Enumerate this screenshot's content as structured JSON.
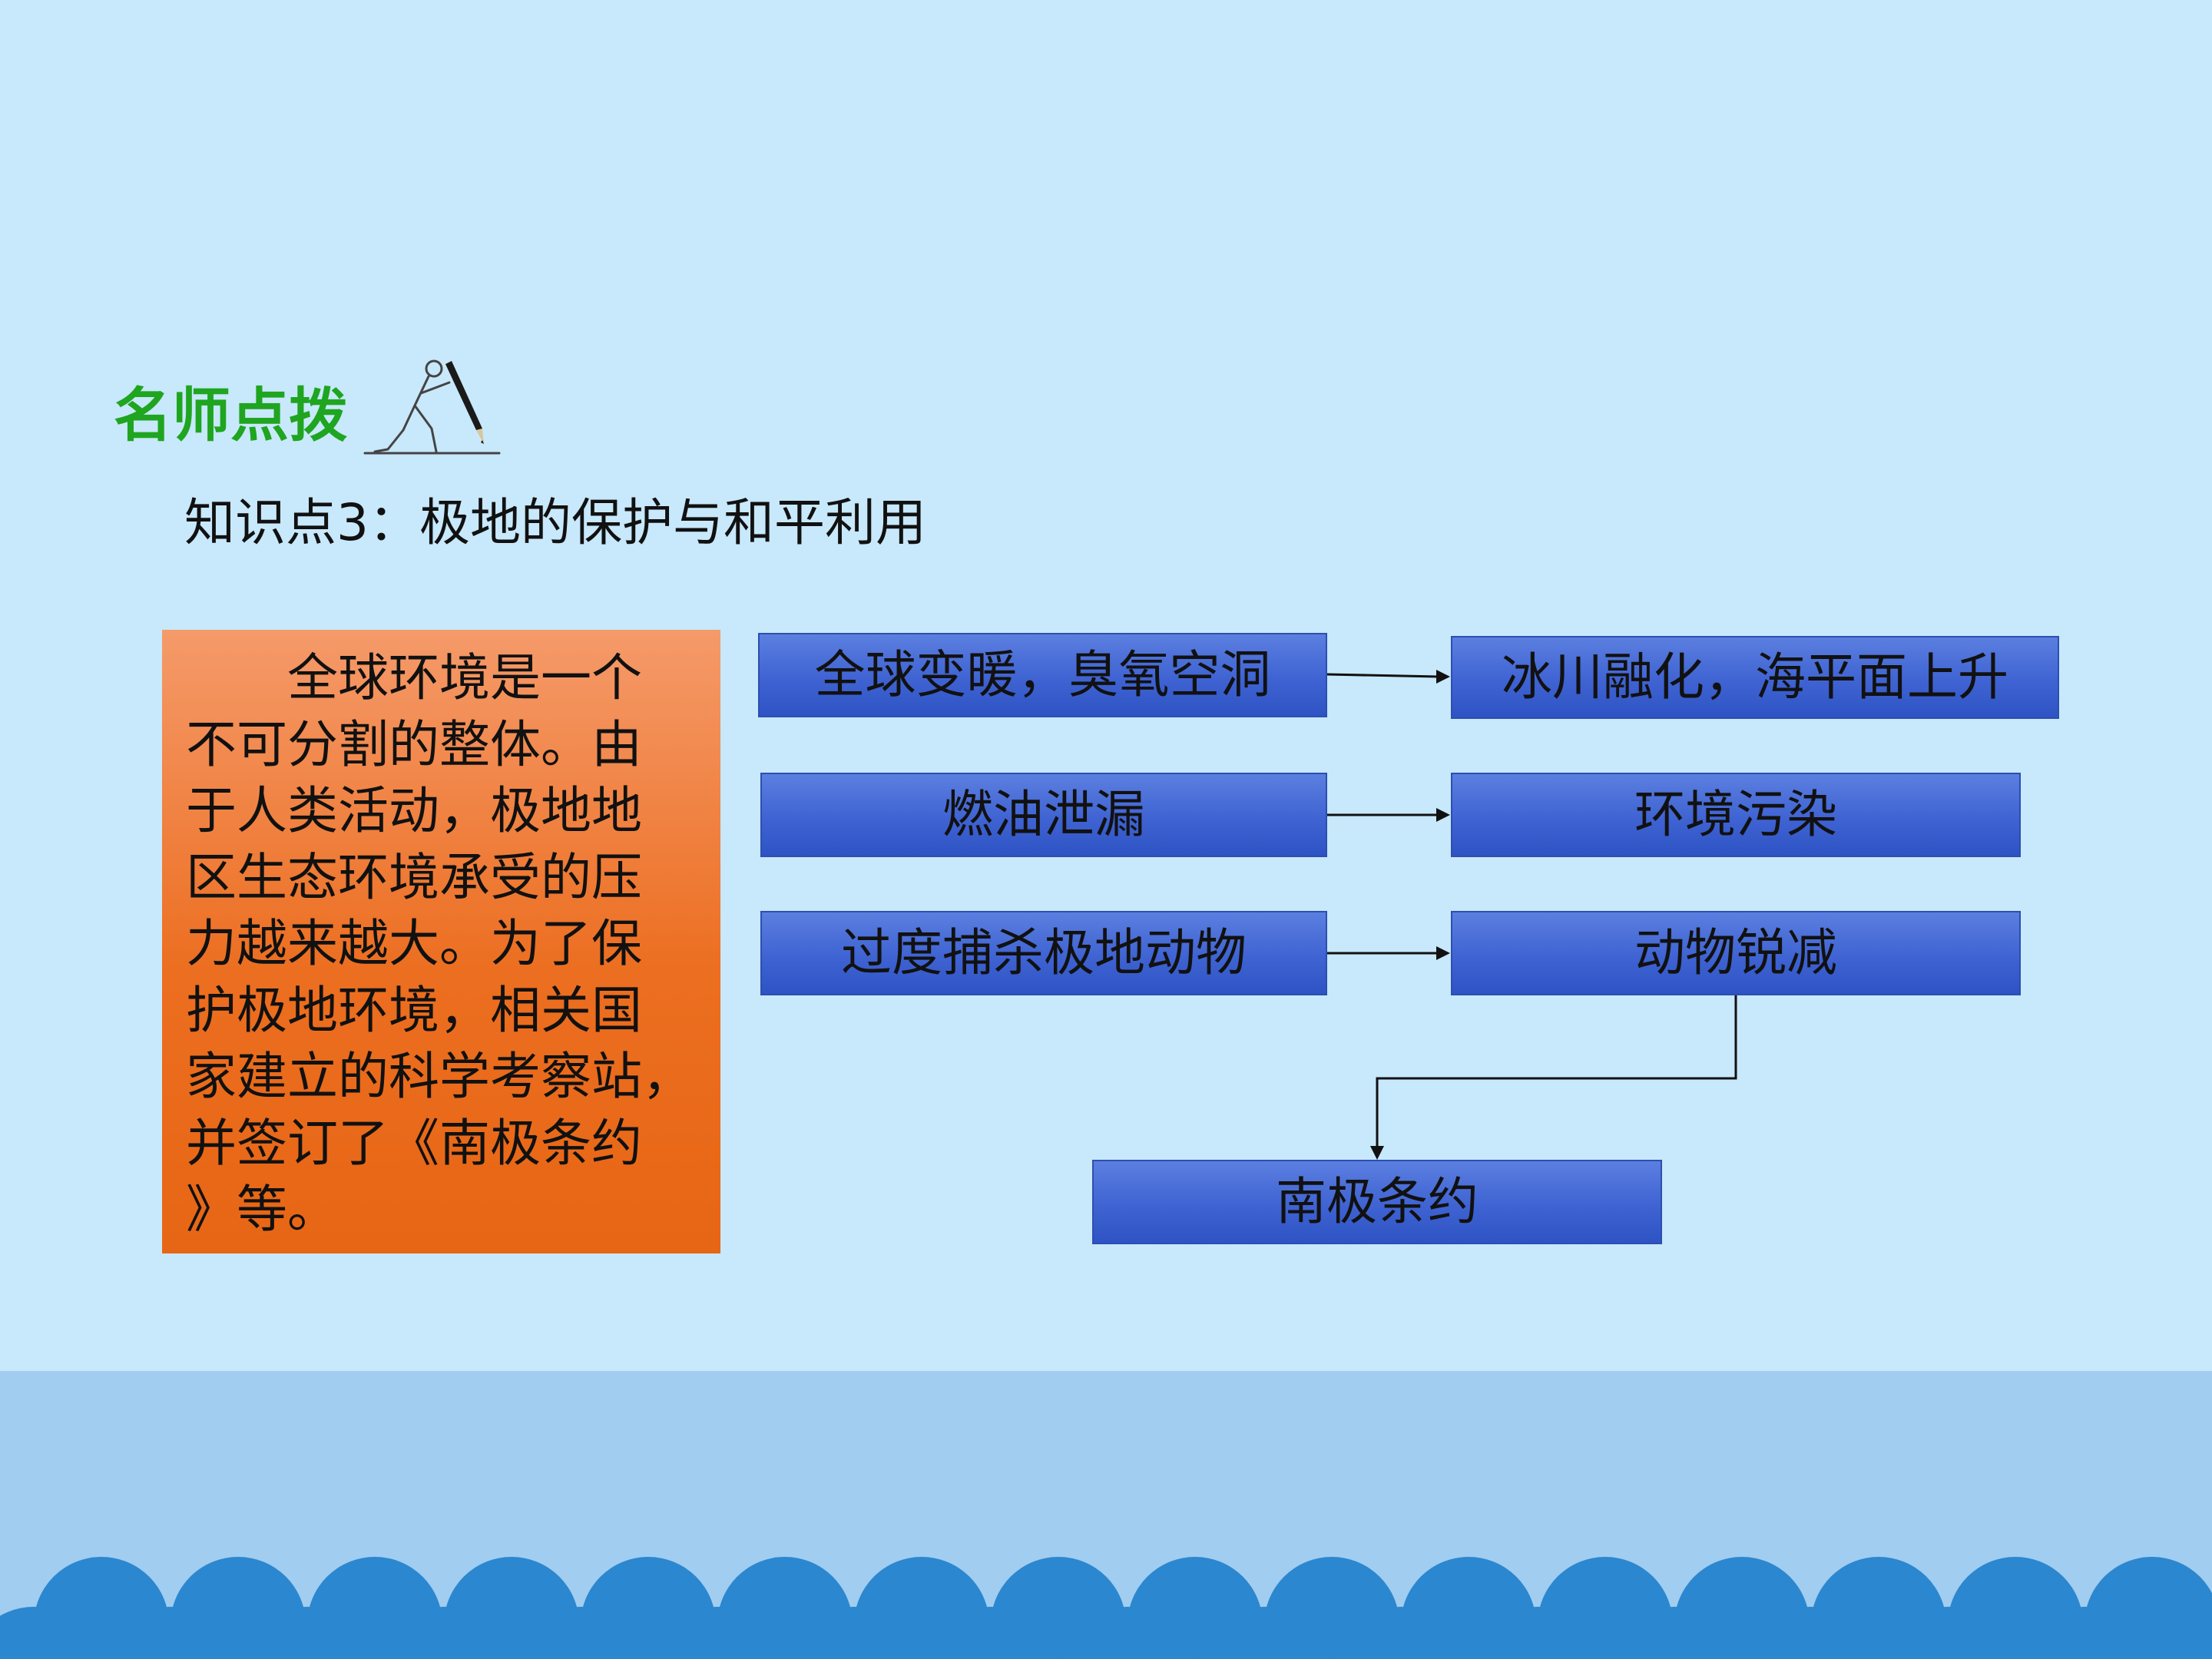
{
  "heading": "名师点拨",
  "subtitle": "知识点3：极地的保护与和平利用",
  "explanation": "　　全球环境是一个\n不可分割的整体。由\n于人类活动，极地地\n区生态环境承受的压\n力越来越大。为了保\n护极地环境，相关国\n家建立的科学考察站，\n并签订了《南极条约\n》等。",
  "flow": {
    "causes": [
      "全球变暖，臭氧空洞",
      "燃油泄漏",
      "过度捕杀极地动物"
    ],
    "effects": [
      "冰川融化，海平面上升",
      "环境污染",
      "动物锐减"
    ],
    "response": "南极条约"
  },
  "colors": {
    "background": "#c8e8fb",
    "heading": "#1fa51f",
    "node_fill": "#4468d6",
    "orange_box": "#ec6e20",
    "wave": "#2b87cf"
  }
}
